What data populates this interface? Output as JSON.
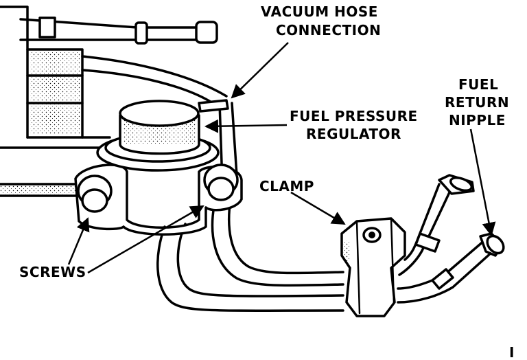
{
  "labels": {
    "vacuum_hose_line1": "VACUUM HOSE",
    "vacuum_hose_line2": "CONNECTION",
    "regulator_line1": "FUEL PRESSURE",
    "regulator_line2": "REGULATOR",
    "return_line1": "FUEL",
    "return_line2": "RETURN",
    "return_line3": "NIPPLE",
    "clamp": "CLAMP",
    "screws": "SCREWS"
  },
  "marks": {
    "corner_mark": "I"
  }
}
